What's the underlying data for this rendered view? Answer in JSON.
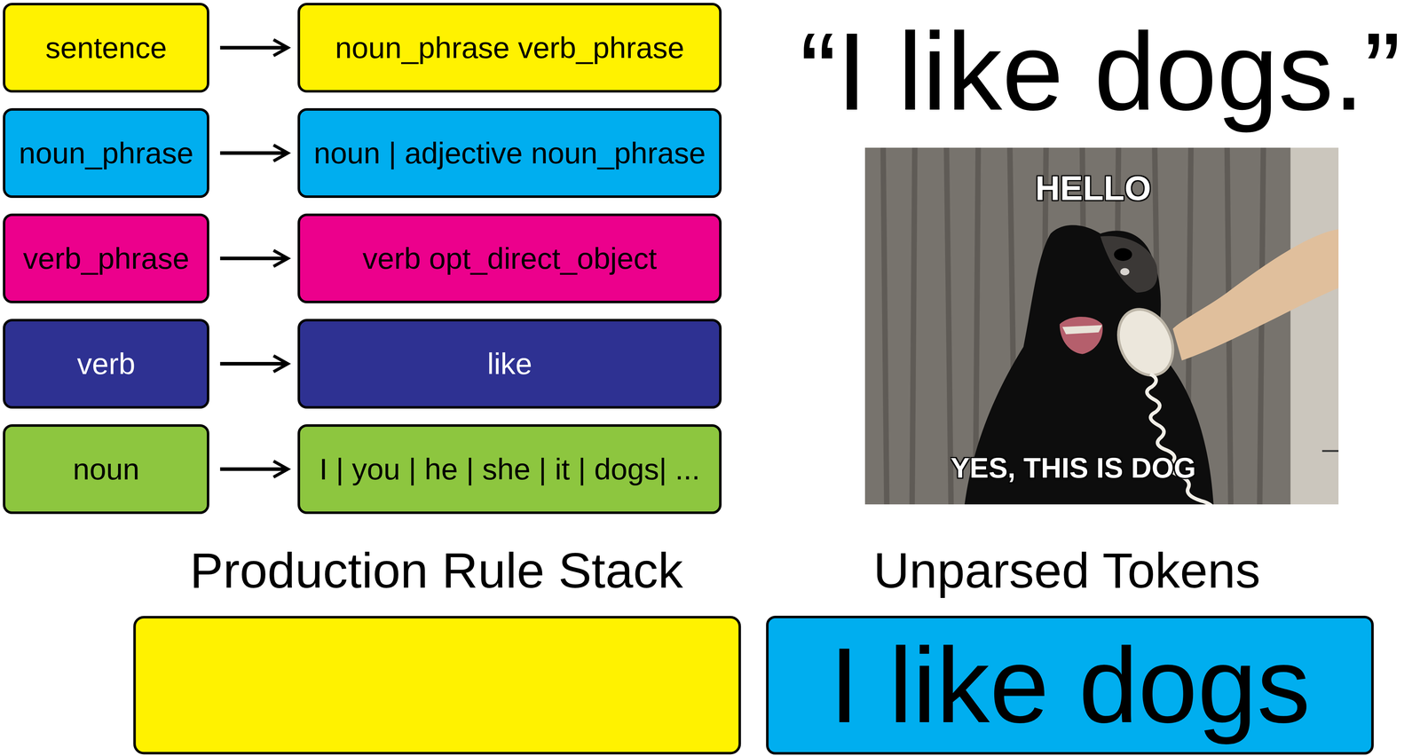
{
  "diagram": {
    "nodes": [
      {
        "text": [
          "sentence"
        ]
      },
      {
        "text": [
          "noun_phrase verb_phrase"
        ]
      },
      {
        "text": [
          "noun_phrase"
        ]
      },
      {
        "text": [
          "noun | adjective noun_phrase"
        ]
      },
      {
        "text": [
          "verb_phrase"
        ]
      },
      {
        "text": [
          "verb opt_direct_object"
        ]
      },
      {
        "text": [
          "verb"
        ]
      },
      {
        "text": [
          "like"
        ]
      },
      {
        "text": [
          "noun"
        ]
      },
      {
        "text": [
          "I | you | he | she | it | dogs| ..."
        ]
      },
      {
        "text": [
          "I like dogs"
        ]
      }
    ],
    "edges": [
      {
        "from": 0,
        "to": 1,
        "arrow": "to"
      },
      {
        "from": 2,
        "to": 3,
        "arrow": "to"
      },
      {
        "from": 4,
        "to": 5,
        "arrow": "to"
      },
      {
        "from": 6,
        "to": 7,
        "arrow": "to"
      },
      {
        "from": 8,
        "to": 9,
        "arrow": "to"
      }
    ],
    "labels": [
      "“I like dogs.”",
      "HELLO",
      "YES, THIS IS DOG",
      "Production Rule Stack",
      "Unparsed Tokens"
    ]
  }
}
